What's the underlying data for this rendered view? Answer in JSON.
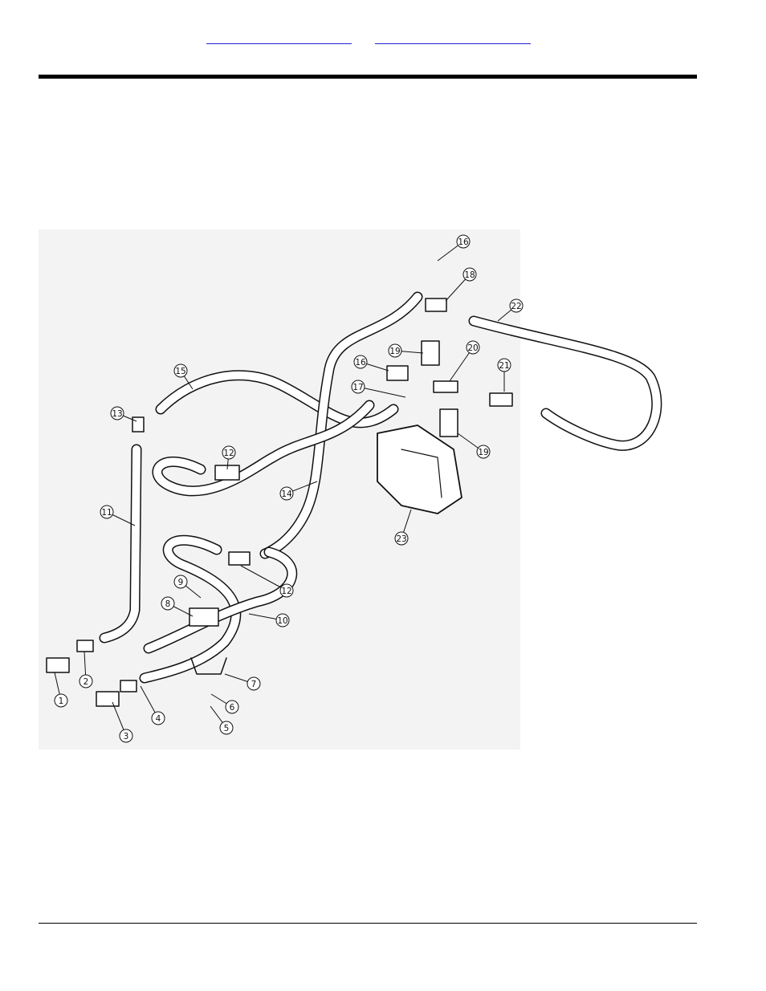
{
  "header": {
    "link_1": "",
    "link_2": ""
  },
  "diagram": {
    "callouts": [
      "1",
      "2",
      "3",
      "4",
      "5",
      "6",
      "7",
      "8",
      "9",
      "10",
      "11",
      "12",
      "12",
      "13",
      "14",
      "15",
      "16",
      "16",
      "17",
      "18",
      "19",
      "19",
      "20",
      "21",
      "22",
      "23"
    ]
  },
  "colors": {
    "rule": "#000000",
    "link": "#2222cc",
    "panel": "#f3f3f3",
    "line": "#111111"
  }
}
